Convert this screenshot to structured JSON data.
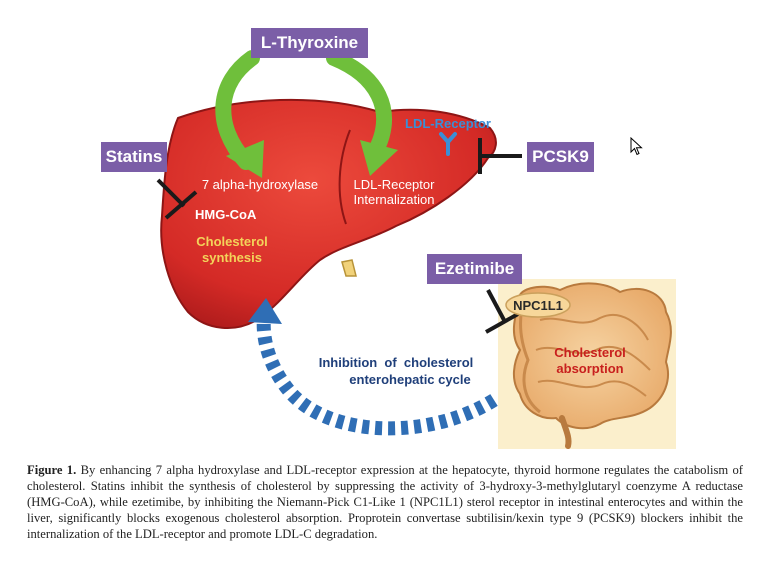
{
  "labels": {
    "l_thyroxine": "L-Thyroxine",
    "statins": "Statins",
    "pcsk9": "PCSK9",
    "ezetimibe": "Ezetimibe",
    "ldl_receptor": "LDL-Receptor",
    "alpha_hydroxylase": "7 alpha-hydroxylase",
    "hmg_coa": "HMG-CoA",
    "cholesterol_synthesis_1": "Cholesterol",
    "cholesterol_synthesis_2": "synthesis",
    "ldl_internalization_1": "LDL-Receptor",
    "ldl_internalization_2": "Internalization",
    "npc1l1": "NPC1L1",
    "cholesterol_absorption_1": "Cholesterol",
    "cholesterol_absorption_2": "absorption",
    "enterohepatic_1": "Inhibition  of  cholesterol",
    "enterohepatic_2": "enterohepatic cycle"
  },
  "caption": {
    "figure_label": "Figure 1.",
    "text": "By enhancing 7 alpha hydroxylase and LDL-receptor expression at the hepatocyte, thyroid hormone regulates the catabolism of cholesterol. Statins inhibit the synthesis of cholesterol by suppressing the activity of 3-hydroxy-3-methylglutaryl coenzyme A reductase (HMG-CoA), while ezetimibe, by inhibiting the Niemann-Pick C1-Like 1 (NPC1L1) sterol receptor in intestinal enterocytes and within the liver, significantly blocks exogenous cholesterol absorption. Proprotein convertase subtilisin/kexin type 9 (PCSK9) blockers inhibit the internalization of the LDL-receptor and promote LDL-C degradation."
  },
  "colors": {
    "tag_purple": "#7b5ea7",
    "liver_red": "#d42a26",
    "arrow_green": "#6fbf3b",
    "arrow_blue": "#2f6eb5",
    "receptor_blue": "#3a8fd6",
    "synthesis_yellow": "#f3d35a",
    "absorption_red": "#c8201e"
  }
}
